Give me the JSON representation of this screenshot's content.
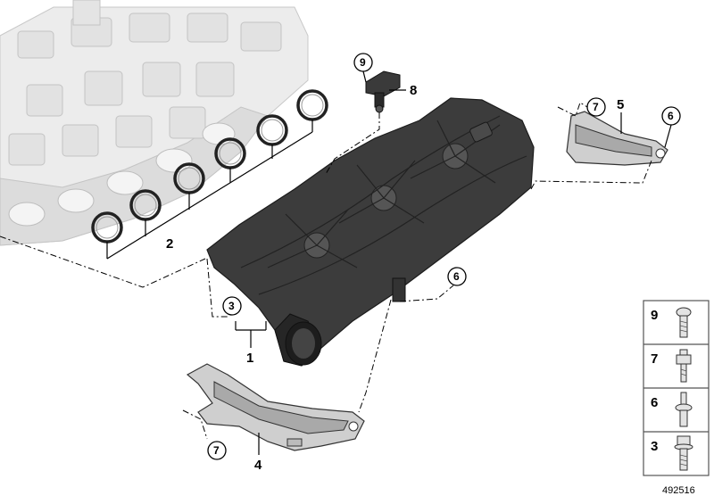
{
  "callouts": {
    "c1": "1",
    "c2": "2",
    "c3": "3",
    "c4": "4",
    "c5": "5",
    "c6a": "6",
    "c6b": "6",
    "c7a": "7",
    "c7b": "7",
    "c8": "8",
    "c9": "9"
  },
  "hardware_legend": [
    "9",
    "7",
    "6",
    "3"
  ],
  "diagram_id": "492516"
}
